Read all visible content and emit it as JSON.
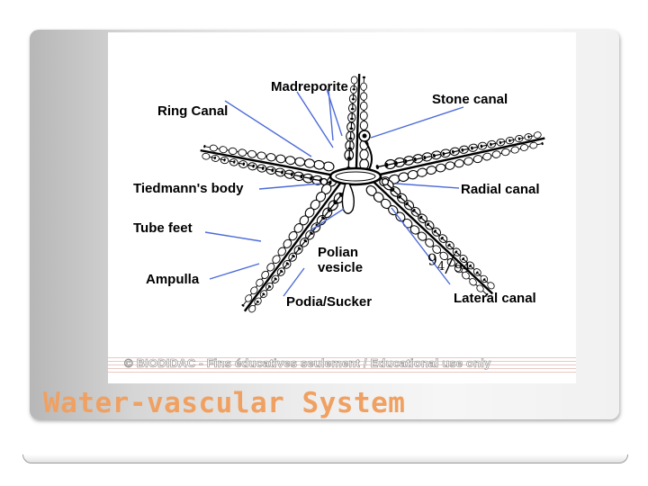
{
  "slide": {
    "title": "Water-vascular System"
  },
  "diagram": {
    "labels": {
      "madreporite": "Madreporite",
      "ring_canal": "Ring Canal",
      "stone_canal": "Stone canal",
      "tiedmanns_body": "Tiedmann's body",
      "radial_canal": "Radial canal",
      "tube_feet": "Tube feet",
      "polian_vesicle": "Polian\nvesicle",
      "ampulla": "Ampulla",
      "podia_sucker": "Podia/Sucker",
      "lateral_canal": "Lateral canal"
    },
    "handwritten_date": "9/4/94",
    "copyright": "© BIODIDAC - Fins éducatives seulement / Educational use only"
  }
}
